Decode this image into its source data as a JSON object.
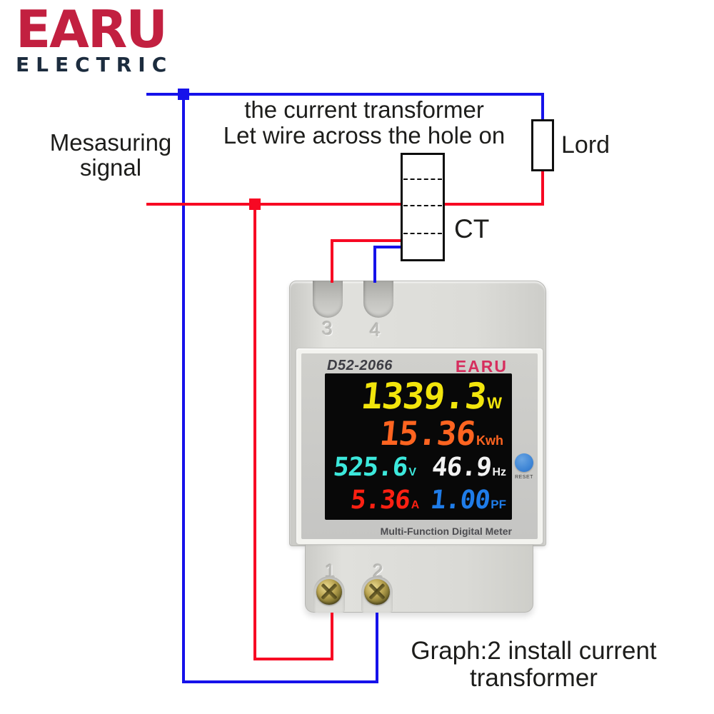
{
  "colors": {
    "wire_red": "#f70823",
    "wire_blue": "#1612ea",
    "logo_red": "#c22040",
    "logo_navy": "#1c2c3e",
    "brand_pink": "#d62e5e",
    "lcd_yellow": "#f2e50c",
    "lcd_orange": "#ff6420",
    "lcd_cyan": "#3ce8dc",
    "lcd_white": "#f2f2f2",
    "lcd_red": "#ff2012",
    "lcd_blue": "#1f7ce8",
    "reset_blue": "#3f86d6",
    "diagram_ink": "#1d1d1b"
  },
  "logo": {
    "brand": "EARU",
    "sub": "ELECTRIC"
  },
  "diagram": {
    "top_note_line1": "the current transformer",
    "top_note_line2": "Let wire across the hole on",
    "measuring_line1": "Mesasuring",
    "measuring_line2": "signal",
    "load_label": "Lord",
    "ct_label": "CT",
    "caption_line1": "Graph:2 install current",
    "caption_line2": "transformer"
  },
  "meter": {
    "model": "D52-2066",
    "brand": "EARU",
    "terminals_top": [
      "3",
      "4"
    ],
    "terminals_bottom": [
      "1",
      "2"
    ],
    "reset_label": "RESET",
    "footer": "Multi-Function Digital Meter",
    "display": {
      "power": {
        "value": "1339.3",
        "unit": "W"
      },
      "energy": {
        "value": "15.36",
        "unit": "Kwh"
      },
      "voltage": {
        "value": "525.6",
        "unit": "V"
      },
      "frequency": {
        "value": "46.9",
        "unit": "Hz"
      },
      "current": {
        "value": "5.36",
        "unit": "A"
      },
      "power_factor": {
        "value": "1.00",
        "unit": "PF"
      }
    }
  }
}
